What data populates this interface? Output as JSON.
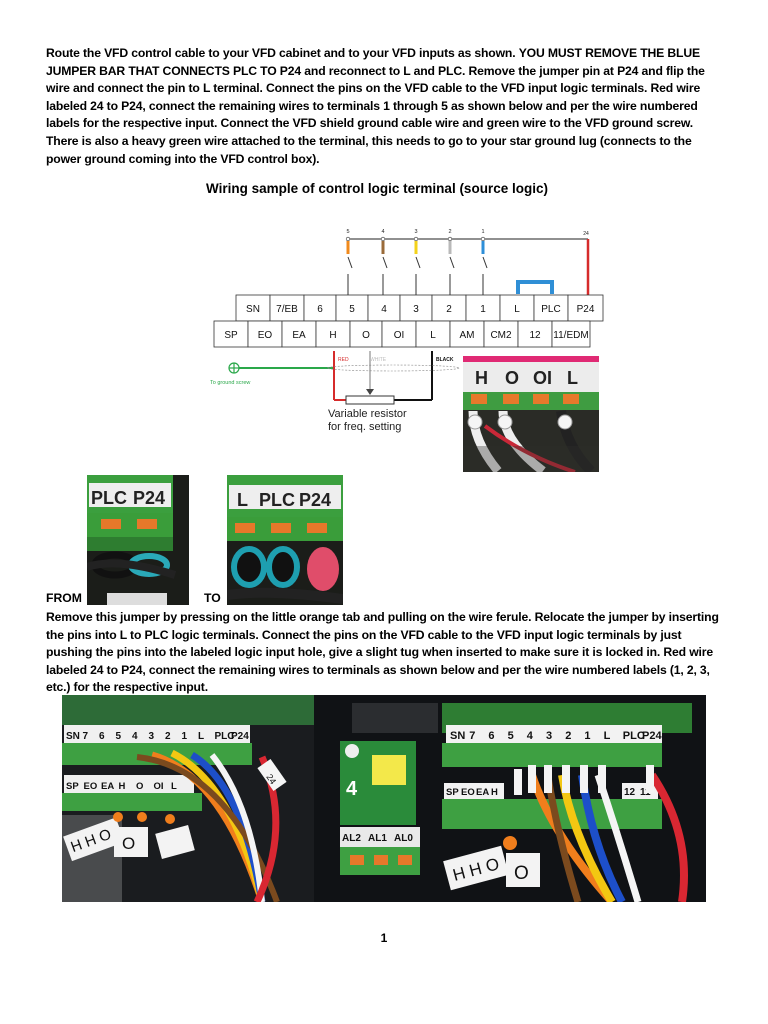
{
  "intro": {
    "part1": "Route the VFD control cable to your VFD cabinet and to your VFD inputs as shown.",
    "part2": "YOU MUST REMOVE THE BLUE JUMPER BAR THAT CONNECTS PLC TO P24",
    "part3": "and reconnect  to L and PLC.  Remove the jumper pin at P24 and flip the wire and connect the pin to L terminal. Connect the pins on the VFD cable to the VFD input logic terminals. Red wire labeled 24 to P24, connect the remaining wires to terminals 1 through 5 as shown below and per the wire numbered labels for the respective input. Connect the VFD shield ground cable wire and green wire to the VFD ground screw. There is also a heavy green wire attached to the terminal, this needs to go to your star ground lug (connects to the power ground coming into the VFD control box)."
  },
  "diagram": {
    "title": "Wiring sample of control logic terminal (source logic)",
    "top_row": [
      "SN",
      "7/EB",
      "6",
      "5",
      "4",
      "3",
      "2",
      "1",
      "L",
      "PLC",
      "P24"
    ],
    "bottom_row": [
      "SP",
      "EO",
      "EA",
      "H",
      "O",
      "OI",
      "L",
      "AM",
      "CM2",
      "12",
      "11/EDM"
    ],
    "wire_numbers": [
      "5",
      "4",
      "3",
      "2",
      "1",
      "24"
    ],
    "wire_colors": {
      "5": "#f08a1c",
      "4": "#9a6b3a",
      "3": "#f3d21a",
      "2": "#b9b9b9",
      "1": "#2e8fd8",
      "24": "#d62b2b"
    },
    "ground_label": "To ground screw",
    "red_label": "RED",
    "white_label": "WHITE",
    "black_label": "BLACK",
    "resistor_label_1": "Variable resistor",
    "resistor_label_2": "for freq. setting",
    "jumper_color": "#2f8fd6",
    "ground_color": "#2aa84a"
  },
  "photos": {
    "hoil_labels": [
      "H",
      "O",
      "OI",
      "L"
    ],
    "from_labels": [
      "PLC",
      "P24"
    ],
    "to_labels": [
      "L",
      "PLC",
      "P24"
    ],
    "from_label": "FROM",
    "to_label": "TO",
    "bottom_left_top": [
      "SN",
      "7",
      "6",
      "5",
      "4",
      "3",
      "2",
      "1",
      "L",
      "PLC",
      "P24"
    ],
    "bottom_left_bottom": [
      "SP",
      "EO",
      "EA",
      "H",
      "O",
      "OI",
      "L"
    ],
    "bottom_right_top": [
      "SN",
      "7",
      "6",
      "5",
      "4",
      "3",
      "2",
      "1",
      "L",
      "PLC",
      "P24"
    ],
    "bottom_right_bottom": [
      "SP",
      "EO",
      "EA",
      "H"
    ],
    "bottom_right_end": [
      "12",
      "11"
    ],
    "board_number": "4",
    "board_relays": [
      "AL2",
      "AL1",
      "AL0"
    ],
    "wire_tag_hho": "H H O",
    "wire_tag_o": "O",
    "wire_tag_24": "24"
  },
  "para2": "Remove this jumper by pressing on the little orange tab and pulling on the wire ferule. Relocate the jumper by inserting the pins into L to PLC logic terminals. Connect the pins on the VFD cable to the VFD input logic terminals by just pushing the pins into the labeled logic input hole, give a slight tug when inserted to make sure it is locked in.  Red wire labeled 24 to P24, connect the remaining wires to terminals as shown below and per the wire numbered labels (1, 2, 3, etc.) for the respective input.",
  "page_number": "1"
}
